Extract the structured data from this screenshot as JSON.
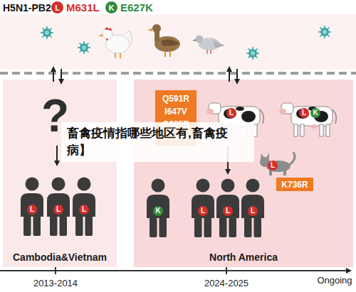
{
  "diagram": {
    "title": "H5N1-PB2",
    "nodes": [
      {
        "text": [
          "Cambodia&Vietnam"
        ]
      },
      {
        "text": [
          "North America"
        ]
      },
      {
        "text": [
          "Q591R I647V G685R D740N"
        ],
        "in": 1
      },
      {
        "text": [
          "L"
        ],
        "in": 1
      },
      {
        "text": [
          "L"
        ],
        "in": 1
      },
      {
        "text": [
          "K"
        ],
        "in": 1
      },
      {
        "text": [
          "L"
        ],
        "in": 1
      },
      {
        "text": [
          "K736R"
        ],
        "in": 1
      },
      {
        "text": [
          "L"
        ],
        "in": 0
      },
      {
        "text": [
          "L"
        ],
        "in": 0
      },
      {
        "text": [
          "L"
        ],
        "in": 0
      },
      {
        "text": [
          "K"
        ],
        "in": 1
      },
      {
        "text": [
          "L"
        ],
        "in": 1
      },
      {
        "text": [
          "L"
        ],
        "in": 1
      },
      {
        "text": [
          "L"
        ],
        "in": 1
      }
    ],
    "labels": [
      "L",
      "K",
      "?",
      "2013-2014",
      "2024-2025",
      "Ongoing",
      "畜禽疫情指哪些地区有,畜禽疫病】"
    ],
    "legend": [
      {
        "text": "M631L",
        "color": "#d42f2a"
      },
      {
        "text": "E627K",
        "color": "#2f8a3c"
      }
    ]
  }
}
